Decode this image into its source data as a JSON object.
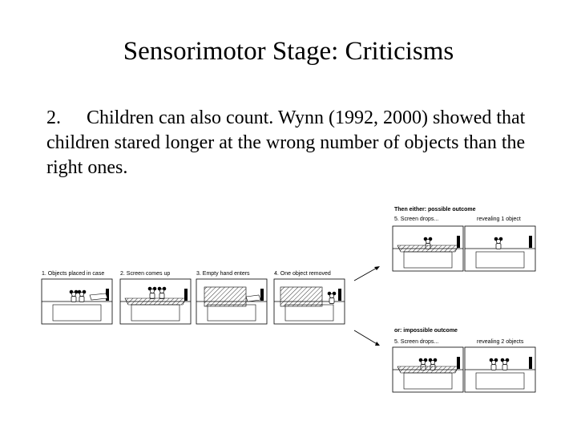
{
  "slide": {
    "title": "Sensorimotor Stage: Criticisms",
    "point_number": "2.",
    "point_text": "Children can also count. Wynn (1992, 2000) showed that children stared longer at the wrong number of objects than the right ones."
  },
  "figure": {
    "steps": [
      "1. Objects placed in case",
      "2. Screen comes up",
      "3. Empty hand enters",
      "4. One object removed"
    ],
    "possible_heading": "Then either: possible outcome",
    "possible_steps": [
      "5. Screen drops...",
      "revealing 1 object"
    ],
    "impossible_heading": "or: impossible outcome",
    "impossible_steps": [
      "5. Screen drops...",
      "revealing 2 objects"
    ]
  }
}
